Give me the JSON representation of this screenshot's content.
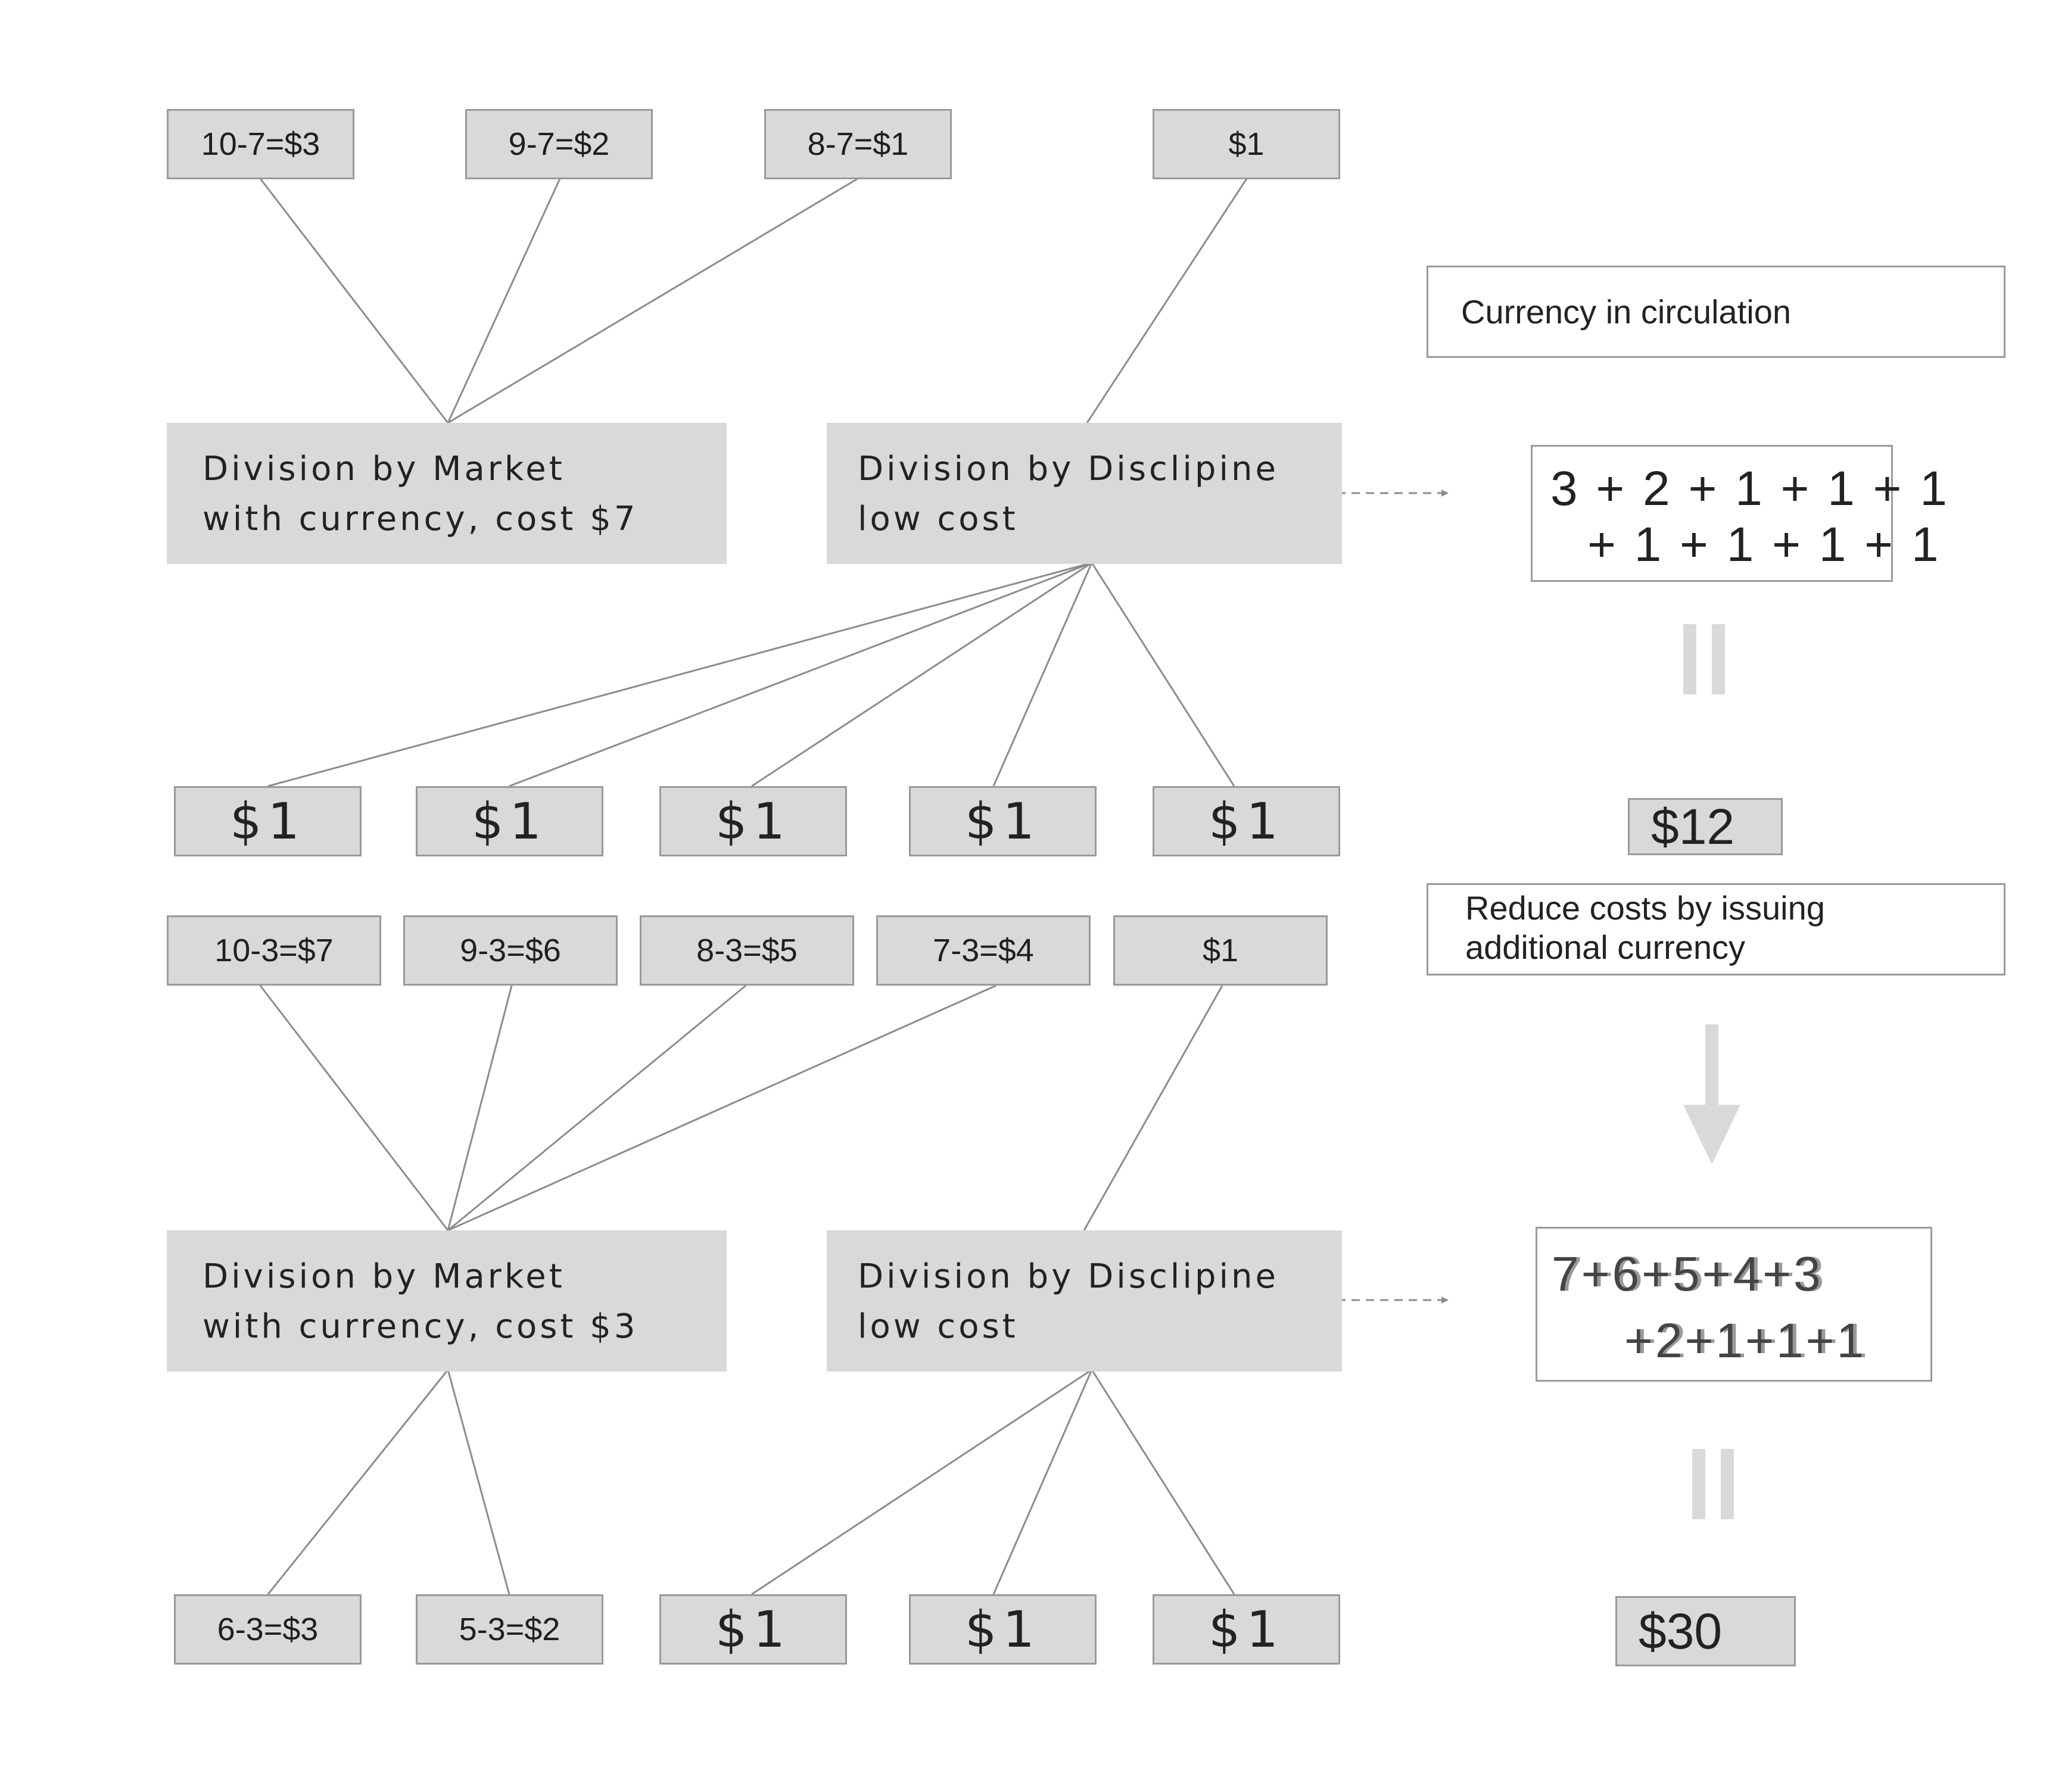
{
  "top_section": {
    "market_sources": [
      "10-7=$3",
      "9-7=$2",
      "8-7=$1"
    ],
    "discipline_source": "$1",
    "division_market": {
      "line1": "Division by Market",
      "line2": "with currency, cost $7"
    },
    "division_discipline": {
      "line1": "Division by Disclipine",
      "line2": "low cost"
    },
    "outputs": [
      "$1",
      "$1",
      "$1",
      "$1",
      "$1"
    ]
  },
  "bottom_section": {
    "market_sources": [
      "10-3=$7",
      "9-3=$6",
      "8-3=$5",
      "7-3=$4"
    ],
    "discipline_source": "$1",
    "division_market": {
      "line1": "Division by Market",
      "line2": "with currency, cost $3"
    },
    "division_discipline": {
      "line1": "Division by Disclipine",
      "line2": "low cost"
    },
    "market_outputs": [
      "6-3=$3",
      "5-3=$2"
    ],
    "discipline_outputs": [
      "$1",
      "$1",
      "$1"
    ]
  },
  "sidebar": {
    "currency_label": "Currency in circulation",
    "sum_top_line1": "3 + 2 + 1 + 1 + 1",
    "sum_top_line2": "+ 1 + 1 + 1 + 1",
    "total_top": "$12",
    "reduce_label_line1": "Reduce costs by issuing",
    "reduce_label_line2": "additional currency",
    "sum_bottom_line1": "7+6+5+4+3",
    "sum_bottom_line2": "+2+1+1+1",
    "total_bottom": "$30"
  },
  "colors": {
    "box_fill": "#d9d9d9",
    "box_border": "#9a9a9a",
    "connector": "#8c8c8c",
    "arrow": "#d9d9d9"
  }
}
